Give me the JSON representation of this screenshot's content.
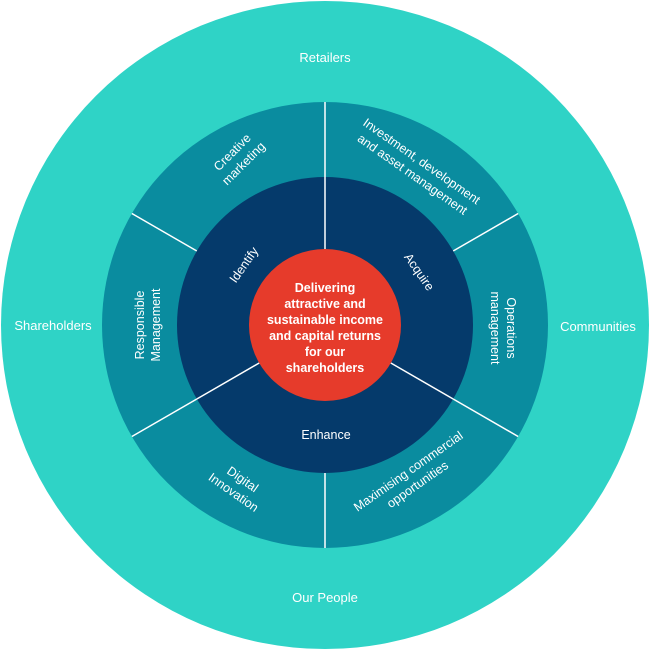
{
  "colors": {
    "outer_ring": "#2fd3c6",
    "middle_ring": "#0a8c9f",
    "inner_ring": "#053a6b",
    "center": "#e63b2b",
    "divider": "#ffffff",
    "text": "#ffffff"
  },
  "outer_ring": {
    "top": "Retailers",
    "left": "Shareholders",
    "right": "Communities",
    "bottom": "Our People"
  },
  "middle_ring": {
    "segments": [
      {
        "id": "creative-marketing",
        "lines": [
          "Creative",
          "marketing"
        ]
      },
      {
        "id": "investment-development",
        "lines": [
          "Investment, development",
          "and asset management"
        ]
      },
      {
        "id": "operations-management",
        "lines": [
          "Operations",
          "management"
        ]
      },
      {
        "id": "maximising-commercial",
        "lines": [
          "Maximising commercial",
          "opportunities"
        ]
      },
      {
        "id": "digital-innovation",
        "lines": [
          "Digital",
          "Innovation"
        ]
      },
      {
        "id": "responsible-management",
        "lines": [
          "Responsible",
          "Management"
        ]
      }
    ]
  },
  "inner_ring": {
    "identify": "Identify",
    "acquire": "Acquire",
    "enhance": "Enhance"
  },
  "center": {
    "lines": [
      "Delivering",
      "attractive and",
      "sustainable income",
      "and capital returns",
      "for our",
      "shareholders"
    ]
  }
}
